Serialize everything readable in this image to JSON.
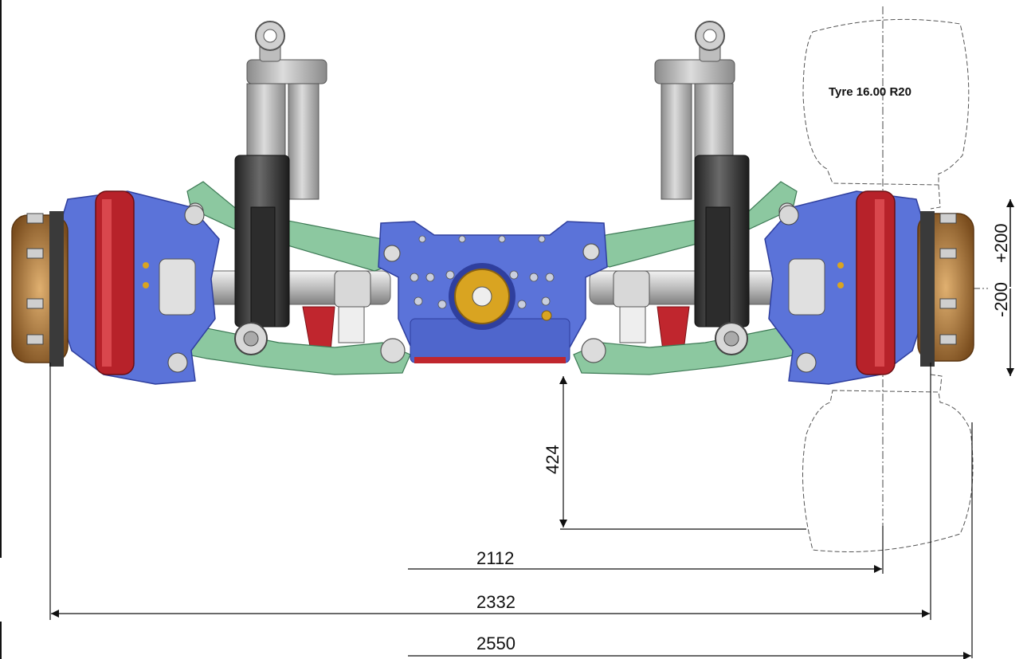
{
  "labels": {
    "tyre": "Tyre 16.00 R20",
    "travel_up": "+200",
    "travel_down": "-200",
    "ground_clearance": "424",
    "track_width": "2112",
    "hub_width": "2332",
    "overall_width": "2550"
  },
  "colors": {
    "housing": "#5b73d9",
    "housing_dark": "#2f3f9e",
    "brake_disc": "#c0262e",
    "hub": "#b07a3a",
    "arm": "#8cc8a0",
    "damper": "#3c3c3c",
    "cylinder": "#9a9a9a",
    "shaft": "#cfcfcf",
    "center_gear": "#d9a421"
  }
}
